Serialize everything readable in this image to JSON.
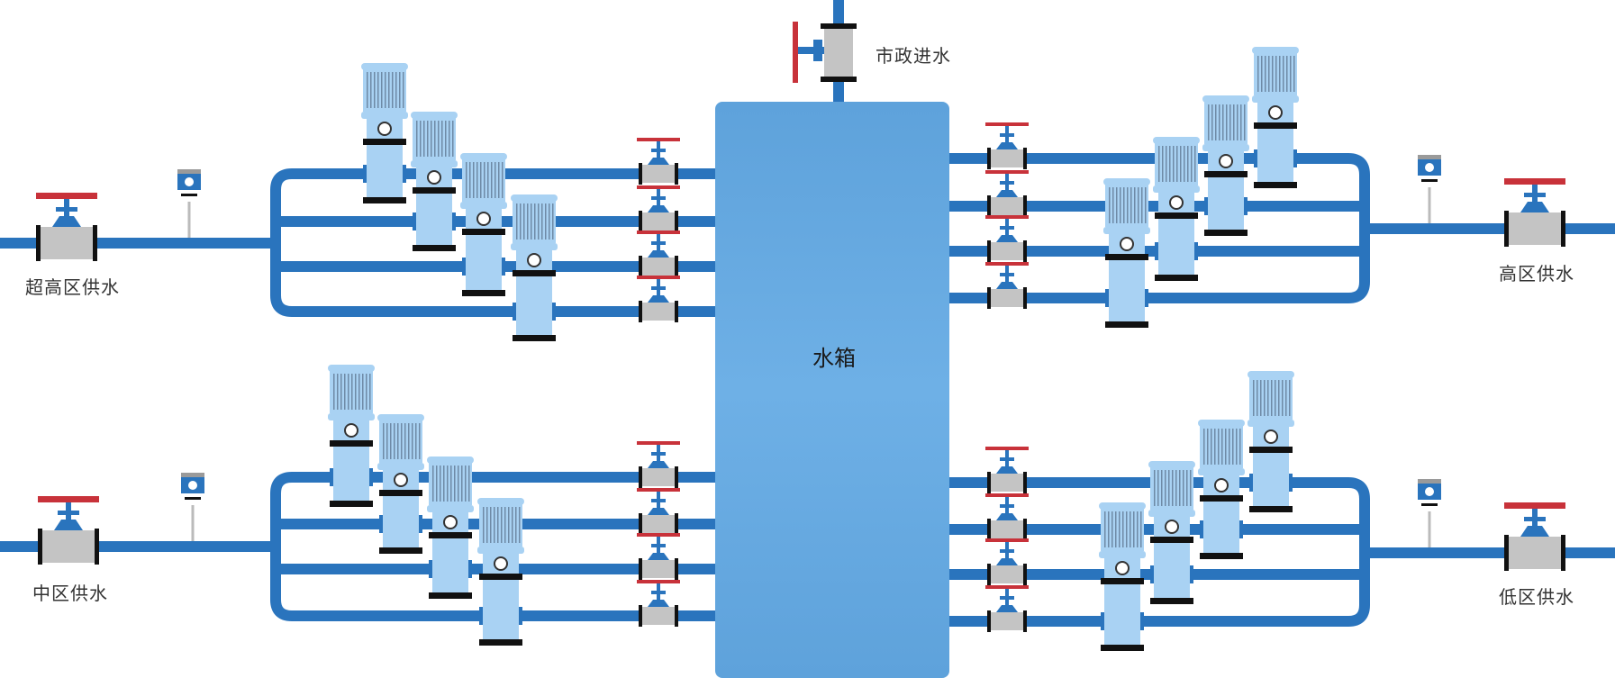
{
  "tank": {
    "label": "水箱"
  },
  "inlet": {
    "label": "市政进水"
  },
  "zones": {
    "super_high": {
      "label": "超高区供水"
    },
    "high": {
      "label": "高区供水"
    },
    "mid": {
      "label": "中区供水"
    },
    "low": {
      "label": "低区供水"
    }
  },
  "colors": {
    "pipe": "#2a74bd",
    "tank": "#62a6df",
    "pump_body": "#a9d2f3",
    "valve_body": "#c4c4c4",
    "valve_handle": "#c8323a",
    "flange": "#111111"
  }
}
